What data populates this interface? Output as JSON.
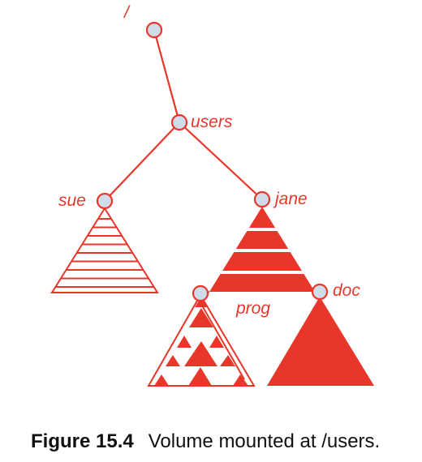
{
  "colors": {
    "accent": "#e8372a",
    "node_fill": "#cfdcea",
    "background": "#ffffff"
  },
  "tree": {
    "root": {
      "label": "/"
    },
    "users": {
      "label": "users"
    },
    "sue": {
      "label": "sue"
    },
    "jane": {
      "label": "jane"
    },
    "prog": {
      "label": "prog"
    },
    "doc": {
      "label": "doc"
    }
  },
  "caption": {
    "figure_number": "Figure 15.4",
    "text": "Volume mounted at /users."
  }
}
